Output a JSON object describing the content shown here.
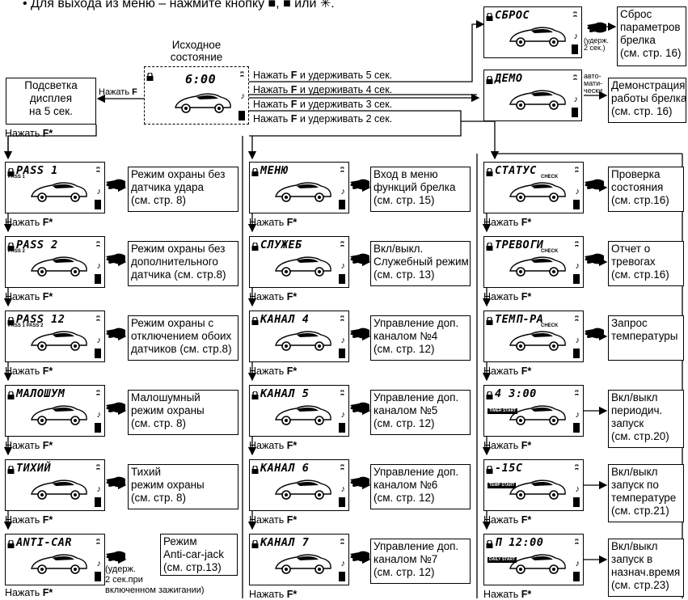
{
  "header": {
    "text": "• Для выхода из меню – нажмите кнопку",
    "tail": "или"
  },
  "initial": {
    "title_line1": "Исходное",
    "title_line2": "состояние",
    "display": "6:00"
  },
  "backlight": {
    "lines": [
      "Подсветка",
      "дисплея",
      "на 5 сек."
    ],
    "arrow_label": "Нажать F"
  },
  "press_f_star": "Нажать F*",
  "hold_labels": [
    "Нажать F и удерживать 5 сек.",
    "Нажать F и удерживать 4 сек.",
    "Нажать F и удерживать 3 сек.",
    "Нажать F и удерживать 2 сек."
  ],
  "top_right": [
    {
      "code": "СБРОС",
      "note": [
        "(удерж.",
        "2 сек.)"
      ],
      "desc": [
        "Сброс",
        "параметров",
        "брелка",
        "(см. стр. 16)"
      ]
    },
    {
      "code": "ДЕМО",
      "note": [
        "авто-",
        "мати-",
        "чески"
      ],
      "desc": [
        "Демонстрация",
        "работы брелка",
        "(см. стр. 16)"
      ]
    }
  ],
  "col1": [
    {
      "code": "PASS  1",
      "sub": "PASS 1",
      "desc": [
        "Режим охраны без",
        "датчика удара",
        "(см. стр. 8)"
      ]
    },
    {
      "code": "PASS  2",
      "sub": "PASS 2",
      "desc": [
        "Режим охраны без",
        "дополнительного",
        "датчика (см. стр.8)"
      ]
    },
    {
      "code": "PASS 12",
      "sub": "PASS 1  PASS 2",
      "desc": [
        "Режим охраны с",
        "отключением обоих",
        "датчиков (см. стр.8)"
      ]
    },
    {
      "code": "МАЛОШУМ",
      "sub": "",
      "desc": [
        "Малошумный",
        "режим охраны",
        "(см. стр. 8)"
      ]
    },
    {
      "code": "ТИХИЙ",
      "sub": "",
      "desc": [
        "Тихий",
        "режим охраны",
        "(см. стр. 8)"
      ]
    },
    {
      "code": "ANTI-CAR",
      "sub": "",
      "note": [
        "(удерж.",
        "2 сек.при",
        "включенном зажигании)"
      ],
      "desc": [
        "Режим",
        "Anti-car-jack",
        "(см. стр.13)"
      ]
    }
  ],
  "col2": [
    {
      "code": "МЕНЮ",
      "desc": [
        "Вход в меню",
        "функций брелка",
        "(см. стр. 15)"
      ]
    },
    {
      "code": "СЛУЖЕБ",
      "desc": [
        "Вкл/выкл.",
        "Служебный режим",
        "(см. стр. 13)"
      ]
    },
    {
      "code": "КАНАЛ 4",
      "desc": [
        "Управление доп.",
        "каналом №4",
        "(см. стр. 12)"
      ]
    },
    {
      "code": "КАНАЛ 5",
      "desc": [
        "Управление доп.",
        "каналом №5",
        "(см. стр. 12)"
      ]
    },
    {
      "code": "КАНАЛ 6",
      "desc": [
        "Управление доп.",
        "каналом №6",
        "(см. стр. 12)"
      ]
    },
    {
      "code": "КАНАЛ 7",
      "desc": [
        "Управление доп.",
        "каналом №7",
        "(см. стр. 12)"
      ]
    }
  ],
  "col3": [
    {
      "code": "СТАТУС",
      "sub": "CHECK",
      "desc": [
        "Проверка",
        "состояния",
        "(см. стр.16)"
      ]
    },
    {
      "code": "ТРЕВОГИ",
      "sub": "CHECK",
      "desc": [
        "Отчет о",
        "тревогах",
        "(см. стр.16)"
      ]
    },
    {
      "code": "ТЕМП-РА",
      "sub": "CHECK",
      "desc": [
        "Запрос",
        "температуры"
      ]
    },
    {
      "code": "4   3:00",
      "tag": "TIMER START",
      "desc": [
        "Вкл/выкл",
        "периодич.",
        "запуск",
        "(см. стр.20)"
      ]
    },
    {
      "code": "  -15C",
      "tag": "TEMP START",
      "desc": [
        "Вкл/выкл",
        "запуск по",
        "температуре",
        "(см. стр.21)"
      ]
    },
    {
      "code": "П 12:00",
      "tag": "DAILY START",
      "desc": [
        "Вкл/выкл",
        "запуск в",
        "назнач.время",
        "(см. стр.23)"
      ]
    }
  ]
}
